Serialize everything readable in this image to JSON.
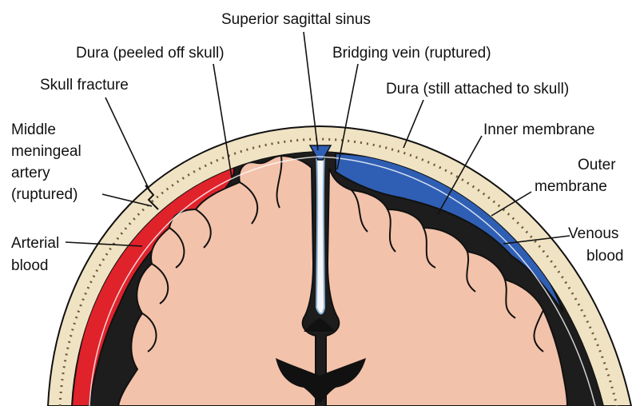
{
  "labels": {
    "superior_sagittal_sinus": "Superior sagittal sinus",
    "dura_peeled": "Dura (peeled off skull)",
    "bridging_vein": "Bridging vein (ruptured)",
    "skull_fracture": "Skull fracture",
    "dura_attached": "Dura (still attached to skull)",
    "mma_line1": "Middle",
    "mma_line2": "meningeal",
    "mma_line3": "artery",
    "mma_line4": "(ruptured)",
    "inner_membrane": "Inner membrane",
    "outer_membrane_line1": "Outer",
    "outer_membrane_line2": "membrane",
    "arterial_blood_line1": "Arterial",
    "arterial_blood_line2": "blood",
    "venous_blood_line1": "Venous",
    "venous_blood_line2": "blood"
  },
  "colors": {
    "arterial_blood": "#e0222b",
    "venous_blood": "#2f5fb4",
    "brain": "#f3c2aa",
    "skull": "#f0e3c3",
    "dark_space": "#1d1d1d",
    "outline": "#111111"
  }
}
